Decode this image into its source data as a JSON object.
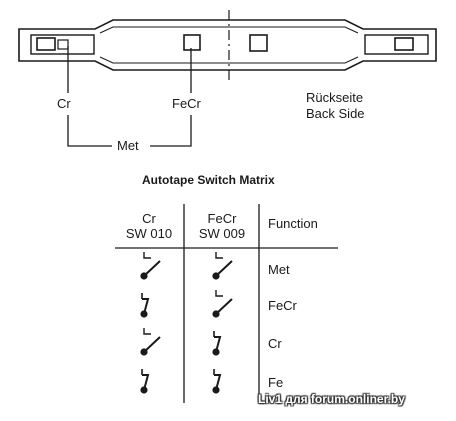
{
  "diagram": {
    "label_cr": "Cr",
    "label_fecr": "FeCr",
    "label_met": "Met",
    "label_rueckseite": "Rückseite",
    "label_back_side": "Back Side"
  },
  "matrix": {
    "title": "Autotape Switch Matrix",
    "headers": [
      {
        "line1": "Cr",
        "line2": "SW 010"
      },
      {
        "line1": "FeCr",
        "line2": "SW 009"
      },
      {
        "line1": "Function",
        "line2": ""
      }
    ],
    "rows": [
      {
        "function": "Met",
        "sw010": "closed",
        "sw009": "closed"
      },
      {
        "function": "FeCr",
        "sw010": "open",
        "sw009": "closed"
      },
      {
        "function": "Cr",
        "sw010": "closed",
        "sw009": "open"
      },
      {
        "function": "Fe",
        "sw010": "open",
        "sw009": "open"
      }
    ]
  },
  "watermark": "Liv1 для forum.onliner.by"
}
